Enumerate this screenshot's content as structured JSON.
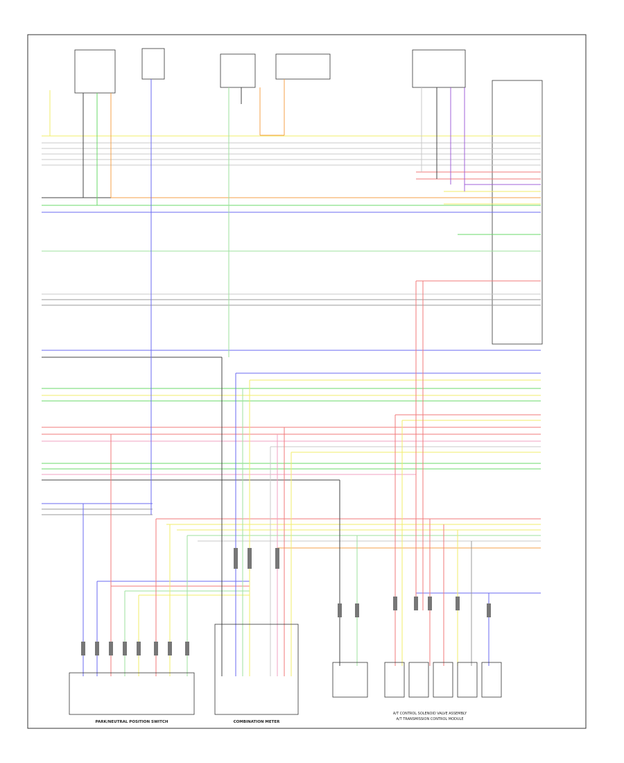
{
  "colors": {
    "frame": "#333333",
    "white": "#c8c8c8",
    "black": "#444444",
    "yellow": "#f2ec6a",
    "green": "#6ad86a",
    "orange": "#f4a24a",
    "blue": "#6a6af2",
    "red": "#f27a7a",
    "pink": "#f2a0c0",
    "violet": "#a060d8",
    "lightgreen": "#9ee29e",
    "gray": "#9a9a9a"
  },
  "components": {
    "pn_switch": "PARK/NEUTRAL POSITION SWITCH",
    "combination_meter": "COMBINATION METER",
    "tcm_note_1": "A/T CONTROL SOLENOID VALVE ASSEMBLY",
    "tcm_note_2": "A/T TRANSMISSION CONTROL MODULE"
  },
  "page": {
    "footer": ""
  }
}
